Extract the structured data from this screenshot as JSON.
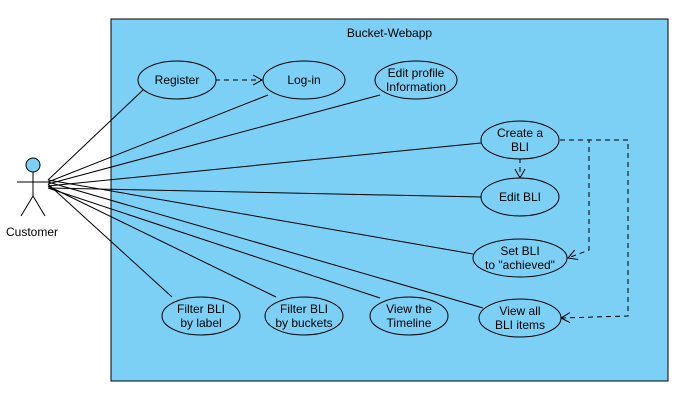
{
  "system": {
    "title": "Bucket-Webapp",
    "fill_color": "#7ccff5",
    "stroke_color": "#000000"
  },
  "actor": {
    "name": "Customer",
    "head_color": "#7ccff5"
  },
  "use_cases": [
    {
      "id": "register",
      "lines": [
        "Register"
      ]
    },
    {
      "id": "login",
      "lines": [
        "Log-in"
      ]
    },
    {
      "id": "edit-profile",
      "lines": [
        "Edit profile",
        "Information"
      ]
    },
    {
      "id": "create-bli",
      "lines": [
        "Create a",
        "BLI"
      ]
    },
    {
      "id": "edit-bli",
      "lines": [
        "Edit BLI"
      ]
    },
    {
      "id": "set-bli-achieved",
      "lines": [
        "Set BLI",
        "to \"achieved\""
      ]
    },
    {
      "id": "view-all-bli",
      "lines": [
        "View all",
        "BLI items"
      ]
    },
    {
      "id": "filter-bli-label",
      "lines": [
        "Filter BLI",
        "by label"
      ]
    },
    {
      "id": "filter-bli-buckets",
      "lines": [
        "Filter BLI",
        "by buckets"
      ]
    },
    {
      "id": "view-timeline",
      "lines": [
        "View the",
        "Timeline"
      ]
    }
  ]
}
